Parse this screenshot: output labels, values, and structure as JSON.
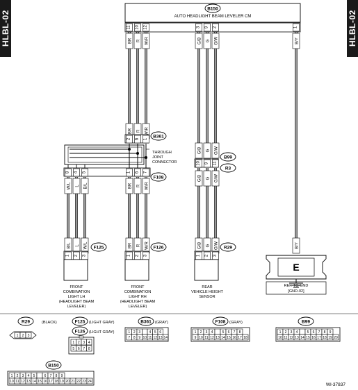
{
  "side_tab": {
    "left": "HLBL-02",
    "right": "HLBL-02"
  },
  "cm": {
    "code": "B150",
    "name": "AUTO HEADLIGHT BEAM LEVELER CM",
    "pins": [
      "11",
      "10",
      "12",
      "3",
      "9",
      "2",
      "1"
    ],
    "wires": [
      "BR",
      "R",
      "W/R",
      "G/B",
      "G",
      "G/W",
      "B/Y"
    ]
  },
  "b361": {
    "code": "B361",
    "pins": [
      "2",
      "6",
      "1"
    ],
    "wires": [
      "BR",
      "R",
      "W/R"
    ]
  },
  "joint": {
    "line1": "THROUGH",
    "line2": "JOINT",
    "line3": "CONNECTOR"
  },
  "b99": {
    "code": "B99",
    "pins": [
      "10",
      "9",
      "11"
    ],
    "wires": [
      "G/B",
      "G",
      "G/W"
    ]
  },
  "r3": {
    "code": "R3"
  },
  "f108": {
    "code": "F108",
    "pins": [
      "8",
      "4",
      "5",
      "9",
      "1",
      "6",
      "7"
    ],
    "wires": [
      "W/L",
      "L",
      "B/L",
      "BR",
      "R",
      "W/R"
    ]
  },
  "f125": {
    "code": "F125",
    "pins": [
      "1",
      "2",
      "3"
    ],
    "wires": [
      "B/L",
      "L",
      "W/L"
    ]
  },
  "f126": {
    "code": "F126",
    "pins": [
      "1",
      "2",
      "3"
    ],
    "wires": [
      "BR",
      "R",
      "W/R"
    ]
  },
  "r29": {
    "code": "R29",
    "pins": [
      "1",
      "2",
      "3"
    ],
    "wires": [
      "G/B",
      "G",
      "G/W"
    ]
  },
  "ground": {
    "wire": "B/Y",
    "letter": "E",
    "ref1": "REF. TO GND",
    "ref2": "[GND-02]"
  },
  "labels": {
    "lh": [
      "FRONT",
      "COMBINATION",
      "LIGHT LH",
      "(HEADLIGHT BEAM",
      "LEVELER)"
    ],
    "rh": [
      "FRONT",
      "COMBINATION",
      "LIGHT RH",
      "(HEADLIGHT BEAM",
      "LEVELER)"
    ],
    "rear": [
      "REAR",
      "VEHICLE HEIGHT",
      "SENSOR"
    ]
  },
  "legend": {
    "r29": {
      "code": "R29",
      "color": "(BLACK)",
      "cells": [
        "1",
        "2",
        "3"
      ]
    },
    "f125": {
      "code": "F125",
      "color": "(LIGHT GRAY)"
    },
    "f126": {
      "code": "F126",
      "color": "(LIGHT GRAY)",
      "cells_top": [
        "1",
        "2",
        "3",
        "4"
      ],
      "cells_bot": [
        "5",
        "6",
        "7",
        "8"
      ]
    },
    "b361": {
      "code": "B361",
      "color": "(GRAY)",
      "top": [
        "1",
        "2",
        "3",
        "",
        "4",
        "5",
        "6"
      ],
      "bot": [
        "7",
        "8",
        "9",
        "10",
        "11",
        "12",
        "13",
        "14"
      ]
    },
    "f108": {
      "code": "F108",
      "color": "(GRAY)",
      "top": [
        "1",
        "2",
        "3",
        "4",
        "",
        "5",
        "6",
        "7",
        "8"
      ],
      "bot": [
        "9",
        "10",
        "11",
        "12",
        "13",
        "14",
        "15",
        "16",
        "17",
        "18"
      ]
    },
    "b99": {
      "code": "B99",
      "top": [
        "1",
        "2",
        "3",
        "4",
        "",
        "5",
        "6",
        "7",
        "8",
        "9"
      ],
      "bot": [
        "10",
        "11",
        "12",
        "13",
        "14",
        "15",
        "16",
        "17",
        "18",
        "19",
        "20"
      ]
    },
    "b150": {
      "code": "B150",
      "top": [
        "1",
        "2",
        "3",
        "4",
        "5",
        "",
        "6",
        "7",
        "8",
        "9"
      ],
      "bot": [
        "10",
        "11",
        "12",
        "13",
        "14",
        "15",
        "16",
        "17",
        "18",
        "19",
        "20",
        "21",
        "22",
        "23",
        "24"
      ]
    }
  },
  "code": "WI-37837"
}
